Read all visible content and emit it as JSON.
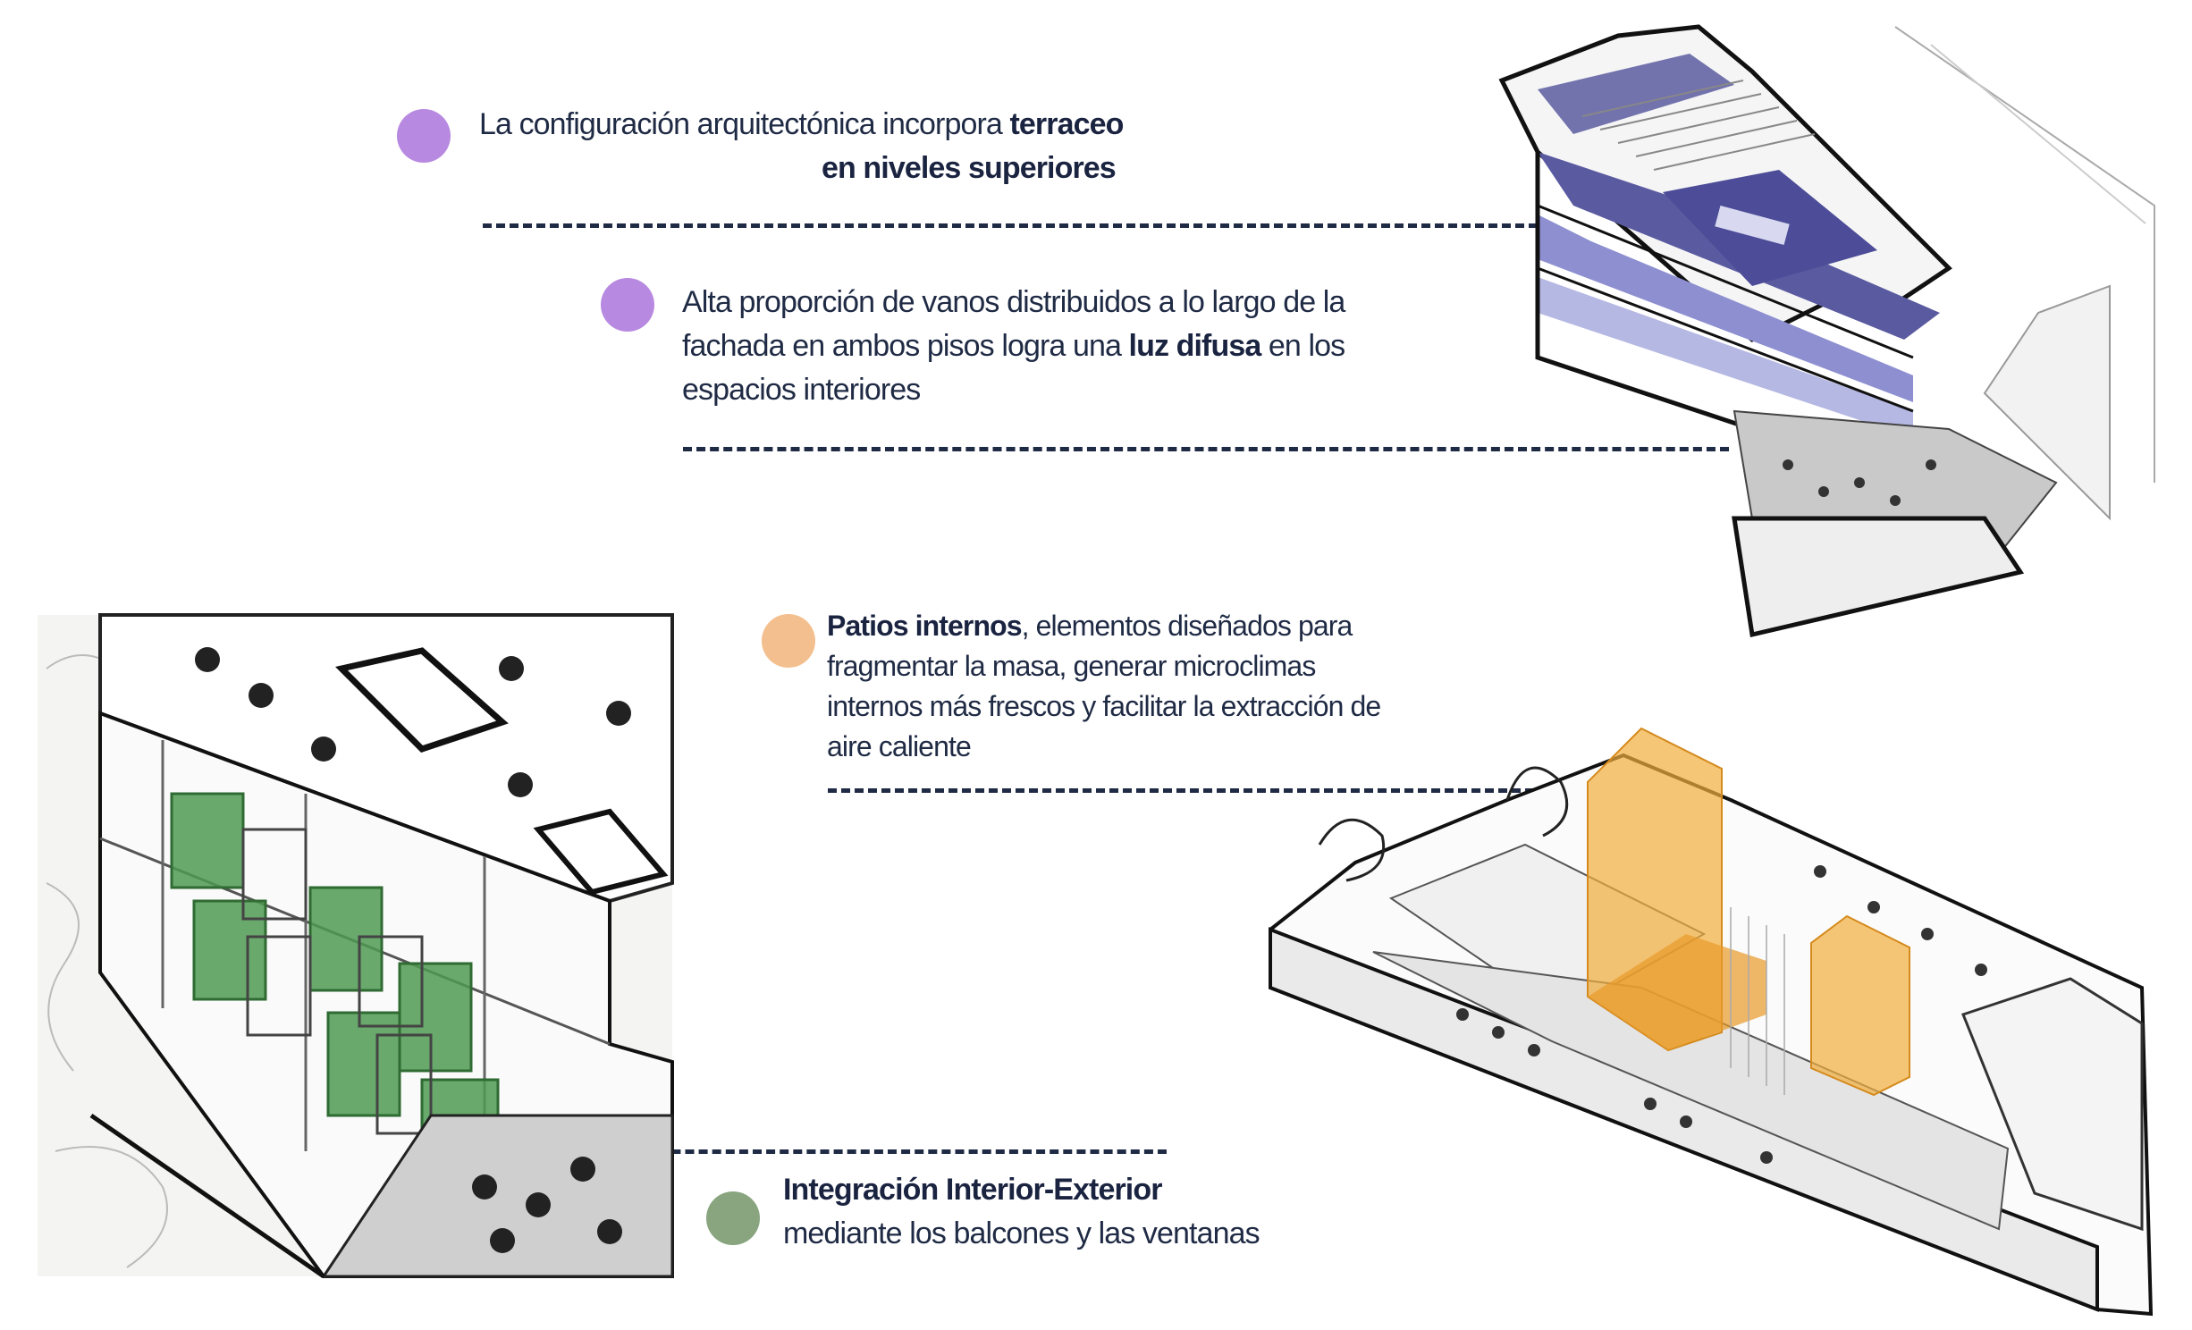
{
  "colors": {
    "purple": "#b889e0",
    "orange": "#f3bf8e",
    "green": "#88a57f",
    "text": "#1f2a44",
    "plan_blue": "#5a5aa0",
    "light_blue": "#a7a8d8",
    "patio_orange": "#f2ae3d",
    "balcony_green": "#4f9a52"
  },
  "annotations": [
    {
      "id": "terraceo",
      "dot_color": "purple",
      "lines": [
        {
          "text": "La configuración arquitectónica incorpora ",
          "bold": "terraceo"
        },
        {
          "text": "",
          "bold": "en niveles superiores"
        }
      ]
    },
    {
      "id": "vanos",
      "dot_color": "purple",
      "line1": "Alta proporción de vanos distribuidos a lo largo de la",
      "line2_pre": "fachada en ambos pisos logra una ",
      "line2_bold": "luz difusa",
      "line2_post": " en los",
      "line3": "espacios interiores"
    },
    {
      "id": "patios",
      "dot_color": "orange",
      "bold": "Patios internos",
      "line1_rest": ", elementos diseñados para",
      "line2": "fragmentar la masa, generar microclimas",
      "line3": "internos más frescos y facilitar la extracción de",
      "line4": "aire caliente"
    },
    {
      "id": "integracion",
      "dot_color": "green",
      "bold": "Integración Interior-Exterior",
      "line2": "mediante los balcones y las ventanas"
    }
  ],
  "illustrations": [
    {
      "name": "axonometric-section-upper",
      "highlight": "terraces and glazed levels"
    },
    {
      "name": "balcony-detail",
      "highlight": "green balconies"
    },
    {
      "name": "axonometric-site",
      "highlight": "orange internal patios"
    }
  ]
}
